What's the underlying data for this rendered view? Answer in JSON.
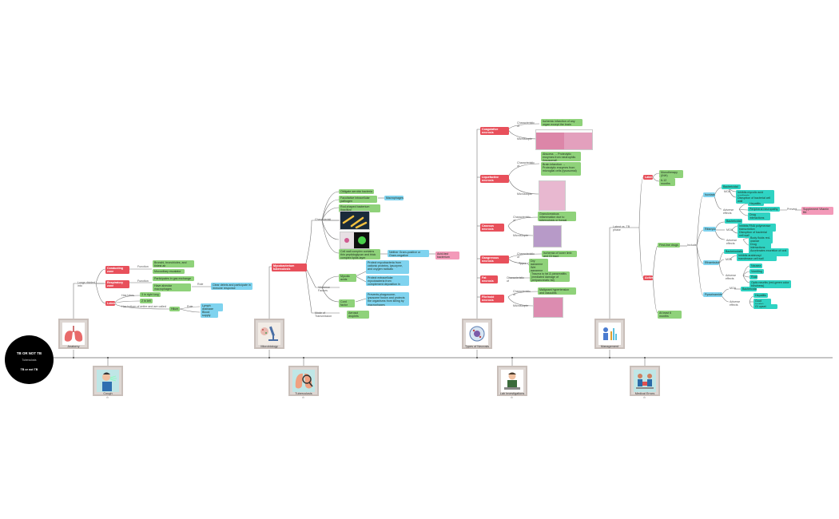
{
  "root": {
    "title": "TB OR NOT TB",
    "subtitle": "Tuberculosis",
    "tag": "TB or not TB"
  },
  "timeline_topics_top": [
    {
      "label": "Anatomy",
      "icon": "lungs-icon"
    },
    {
      "label": "Microbiology",
      "icon": "microscope-icon"
    },
    {
      "label": "Types of Necrosis",
      "icon": "necrosis-cell-icon"
    },
    {
      "label": "Management",
      "icon": "management-icon"
    }
  ],
  "timeline_topics_bottom": [
    {
      "label": "Cough",
      "icon": "cough-person-icon"
    },
    {
      "label": "Tuberculosis",
      "icon": "lungs-magnifier-icon"
    },
    {
      "label": "Lab Investigations",
      "icon": "lab-tech-icon"
    },
    {
      "label": "Medical Errors",
      "icon": "medical-team-icon"
    }
  ],
  "anatomy": {
    "connector": "Lungs divided into",
    "conducting_zone": "Conducting zone",
    "conducting_function": "Function",
    "conducting_items": [
      "Bronchi, bronchioles, and tiniest air",
      "Mucociliary escalator"
    ],
    "respiratory_zone": "Respiratory zone",
    "respiratory_function": "Function",
    "respiratory_items": [
      "Participates in gas exchange",
      "Have alveolar macrophages"
    ],
    "respiratory_role": "Role",
    "respiratory_role_text": "Clear debris and participate in immune response",
    "lobes": "Lobes",
    "lobes_has": "Has lobes",
    "lobes_items": [
      "3 in right lung",
      "2 in left"
    ],
    "lobes_bottom": "Has bottom of entire and are called",
    "hilum": "Hilum",
    "hilum_role": "Role",
    "hilum_items": [
      "Lymph drainage",
      "Blood supply"
    ]
  },
  "microbiology": {
    "title": "Mycobacterium tuberculosis",
    "characteristics": "Characteristics",
    "char_items": [
      "Obligate aerobic bacteria",
      "Facultative intracellular pathogen",
      "Rod-shaped bacterium (bacillus)"
    ],
    "macrophages": "Macrophages",
    "cell_wall": "Cell wall complex contains thin peptidoglycan and thick complex lipids layer",
    "neither": "Neither Gram-positive or Gram-negative",
    "acid_fast": "Acid-fast bacterium",
    "virulence": "Virulence Factors",
    "mycolic": "Mycolic acids",
    "mycolic_text": "Protect mycobacteria from cationic proteins, lysozyme, and oxygen radicals",
    "cord": "Cord factor",
    "cord_text": "Protect extracellular mycobacteria from complement deposition in serum",
    "cord_text2": "Prevents phagosome-lysosome fusion and protects the organisms from killing by macrophages",
    "transmission": "Mode of Transmission",
    "aerosol": "Aerosol droplets"
  },
  "necrosis": {
    "coag": "Coagulative necrosis",
    "coag_char_label": "Characteristic of",
    "coag_char": "Ischemic infarction of any organ except the brain",
    "microscopic": "Microscopic",
    "liq": "Liquefactive necrosis",
    "liq_char_label": "Characteristic of",
    "liq_items": [
      "Abscess → Proteolytic enzymes from neutrophils (lysosomal)",
      "Brain infarction → Proteolytic enzymes from microglial cells (lysosomal)"
    ],
    "liq_micro": "Microscopic",
    "case": "Caseous necrosis",
    "case_char_label": "Characteristic of",
    "case_char": "Granulomatous inflammation due to tuberculosis or fungal infection",
    "case_micro": "Microscopic",
    "gang": "Gangrenous necrosis",
    "gang_char_label": "Characteristic of",
    "gang_char": "Ischemia of lower limb and GI tract",
    "gang_types": "Types",
    "gang_items": [
      "Dry gangrene",
      "Wet gangrene"
    ],
    "fat": "Fat necrosis",
    "fat_char_label": "Characteristic of",
    "fat_char": "Trauma to fat & pancreatitis (mediated damage of peripancreatic fat)",
    "fib": "Fibrinoid necrosis",
    "fib_char_label": "Characteristic of",
    "fib_char": "Malignant hypertension and vasculitis",
    "fib_micro": "Microscopic"
  },
  "management": {
    "connector": "Latent vs. TB phase",
    "latent": "Latent",
    "latent_items": [
      "Monotherapy (INH)",
      "6-12 months"
    ],
    "active": "Active",
    "first_line": "First-line drugs",
    "include": "Include",
    "isoniazid": "Isoniazid",
    "iso_moa": "MOA",
    "iso_moa_items": [
      "Bactericidal",
      "Inhibits mycolic acid synthesis",
      "Disruption of bacterial cell wall"
    ],
    "iso_adverse": "Adverse effects",
    "iso_adverse_items": [
      "Hepatitis",
      "Peripheral neuropathy",
      "Drug interactions"
    ],
    "prevent": "Prevent",
    "vitb6": "Supplement Vitamin B6",
    "rifampicin": "Rifampicin",
    "rif_moa": "MOA",
    "rif_moa_items": [
      "Bactericidal",
      "Inhibits RNA polymerase transcription",
      "Disruption of bacterial cell wall"
    ],
    "rif_adverse": "Adverse effects",
    "rif_adverse_items": [
      "Body fluids red-orange",
      "Drug interactions",
      "Accelerates excretion of oral meds"
    ],
    "ethambutol": "Ethambutol",
    "eth_moa": "MOA",
    "eth_moa_items": [
      "Bacteriostatic",
      "Inhibits arabinosyl transferase cell wall",
      "Inhibits cell wall"
    ],
    "eth_adverse": "Adverse effects",
    "eth_adverse_items": [
      "Nausea",
      "Vomiting",
      "Rash",
      "Optic neuritis (red-green color blindness)"
    ],
    "pyrazinamide": "Pyrazinamide",
    "pyr_moa": "MOA",
    "pyr_moa_items": [
      "Bactericidal"
    ],
    "pyr_adverse": "Adverse effects",
    "pyr_adverse_items": [
      "Hepatitis",
      "Gout (urate)",
      "GI upset"
    ],
    "duration": "At least 6 months"
  }
}
